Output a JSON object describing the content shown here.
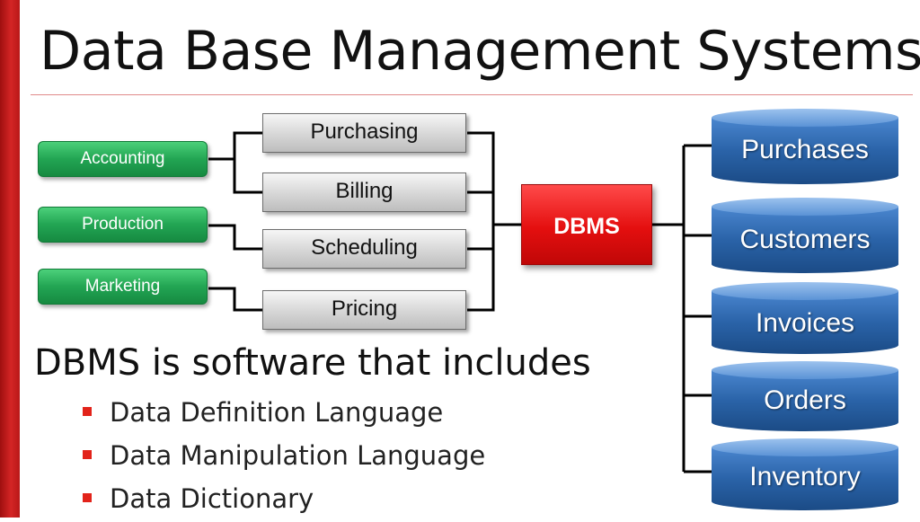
{
  "slide": {
    "title": "Data Base Management Systems",
    "subtitle": "DBMS is software that includes",
    "bullets": [
      "Data Definition Language",
      "Data Manipulation Language",
      "Data Dictionary"
    ]
  },
  "diagram": {
    "departments": [
      "Accounting",
      "Production",
      "Marketing"
    ],
    "applications": [
      "Purchasing",
      "Billing",
      "Scheduling",
      "Pricing"
    ],
    "core": "DBMS",
    "databases": [
      "Purchases",
      "Customers",
      "Invoices",
      "Orders",
      "Inventory"
    ]
  },
  "colors": {
    "accent_red": "#e2231a",
    "department_green": "#22a553",
    "database_blue": "#2a63a8",
    "application_gray": "#d6d6d6"
  }
}
